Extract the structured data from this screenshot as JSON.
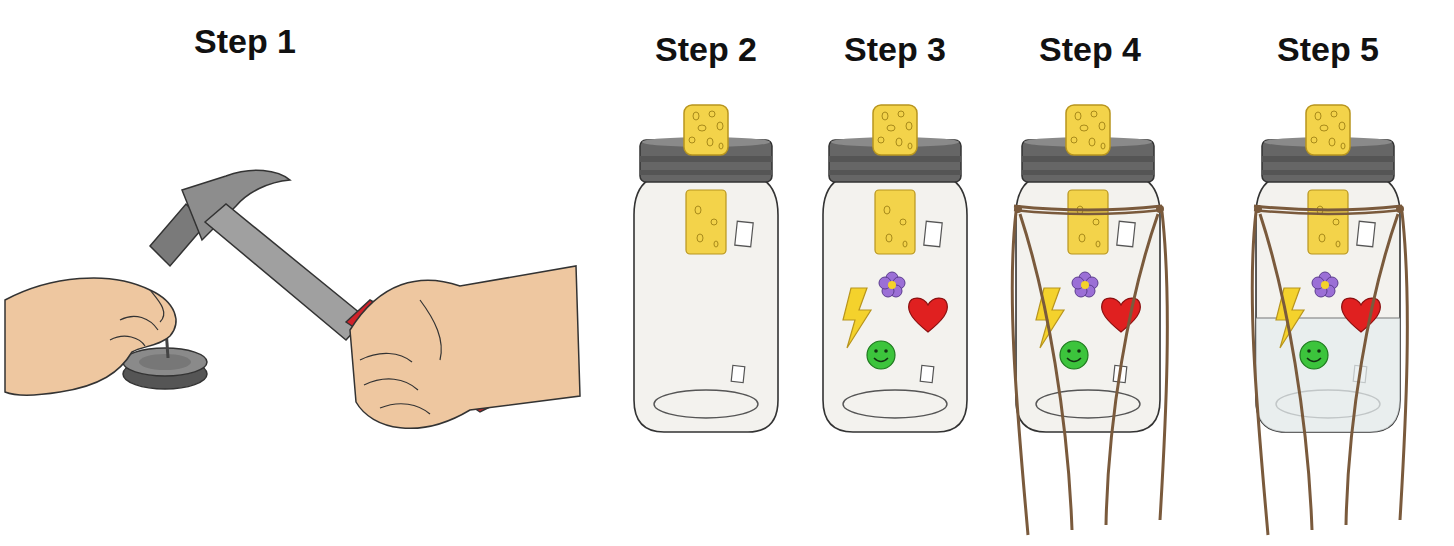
{
  "diagram": {
    "labels": [
      "Step 1",
      "Step 2",
      "Step 3",
      "Step 4",
      "Step 5"
    ]
  }
}
